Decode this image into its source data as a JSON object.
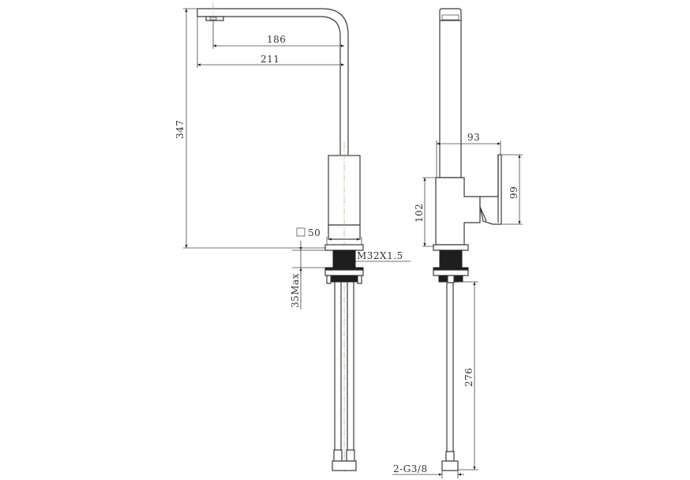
{
  "drawing": {
    "type": "technical dimension drawing",
    "subject": "kitchen faucet",
    "views": [
      "front view",
      "side view"
    ]
  },
  "front_view": {
    "dimensions": {
      "spout_reach_aerator": "186",
      "spout_reach_total": "211",
      "overall_height": "347",
      "base_square": "50",
      "thread": "M32X1.5",
      "max_deck_thickness": "35Max"
    }
  },
  "side_view": {
    "dimensions": {
      "body_depth": "93",
      "handle_height": "99",
      "body_height": "102",
      "hose_length": "276",
      "connection": "2-G3/8"
    }
  },
  "colors": {
    "line": "#3a3a3a",
    "centerline": "#b9a86a",
    "threaded_shank": "#1e1e1e",
    "background": "#ffffff"
  }
}
